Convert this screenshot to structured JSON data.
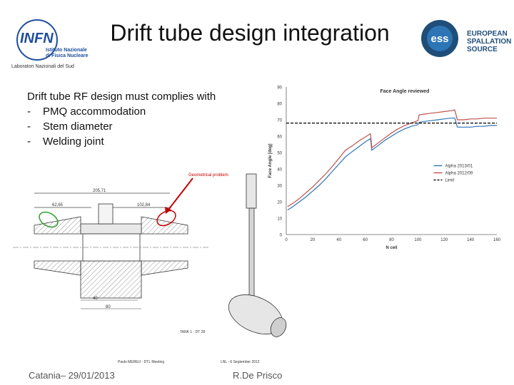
{
  "slide": {
    "title": "Drift tube design integration",
    "bullets": {
      "intro": "Drift tube RF design must complies with",
      "items": [
        "PMQ accommodation",
        "Stem diameter",
        "Welding joint"
      ]
    },
    "footer_left": "Catania– 29/01/2013",
    "footer_right": "R.De Prisco"
  },
  "logos": {
    "infn": {
      "text": "INFN",
      "line1": "Istituto Nazionale",
      "line2": "di Fisica Nucleare",
      "lab": "Laboratori Nazionali del Sud"
    },
    "ess": {
      "mark": "ess",
      "line1": "EUROPEAN",
      "line2": "SPALLATION",
      "line3": "SOURCE"
    }
  },
  "drawing": {
    "annotation": "Geometrical problem",
    "dim_total": "205,71",
    "dim_left": "62,65",
    "dim_right": "102,84",
    "dim_bore1": "40",
    "dim_bore2": "80",
    "caption1": "TANK 1 - DT 28",
    "caption2": "Paolo MEREU - DTL Meeting",
    "caption3": "LNL - 6 September 2012"
  },
  "chart_data": {
    "type": "line",
    "title": "Face Angle reviewed",
    "xlabel": "N cell",
    "ylabel": "Face Angle [deg]",
    "xlim": [
      0,
      160
    ],
    "ylim": [
      0,
      90
    ],
    "xticks": [
      0,
      20,
      40,
      60,
      80,
      100,
      120,
      140,
      160
    ],
    "yticks": [
      0,
      10,
      20,
      30,
      40,
      50,
      60,
      70,
      80,
      90
    ],
    "legend_position": "right",
    "series": [
      {
        "name": "Alpha 2013/01",
        "color": "#2e75b6",
        "x": [
          1,
          5,
          10,
          15,
          20,
          25,
          30,
          35,
          40,
          45,
          50,
          55,
          60,
          64,
          65,
          70,
          75,
          80,
          85,
          90,
          95,
          100,
          101,
          105,
          110,
          115,
          120,
          125,
          128,
          130,
          135,
          140,
          145,
          150,
          155,
          160
        ],
        "y": [
          15,
          17,
          20,
          23,
          26.5,
          30,
          34,
          38.5,
          43,
          47.5,
          50.5,
          53.5,
          56.5,
          58.5,
          51.5,
          54.5,
          57.5,
          60,
          62.5,
          64.5,
          66,
          67,
          68.5,
          69,
          69.5,
          70,
          70.5,
          71,
          71,
          65.5,
          65.5,
          65.5,
          66,
          66,
          66.5,
          66.5
        ]
      },
      {
        "name": "Alpha 2012/09",
        "color": "#c0504d",
        "x": [
          1,
          5,
          10,
          15,
          20,
          25,
          30,
          35,
          40,
          45,
          50,
          55,
          60,
          64,
          65,
          70,
          75,
          80,
          85,
          90,
          95,
          100,
          101,
          105,
          110,
          115,
          120,
          125,
          128,
          130,
          135,
          140,
          145,
          150,
          155,
          160
        ],
        "y": [
          17,
          19,
          22,
          25.5,
          29,
          33,
          37,
          41.5,
          46.5,
          51.5,
          54,
          57,
          59.5,
          61.5,
          53,
          56,
          59,
          62,
          64.5,
          66.5,
          68,
          69.5,
          73,
          73.5,
          74,
          74.5,
          75,
          75.5,
          76,
          70,
          70,
          70.5,
          70.5,
          71,
          71,
          71
        ]
      },
      {
        "name": "Limit",
        "color": "#000000",
        "dashed": true,
        "x": [
          0,
          160
        ],
        "y": [
          68,
          68
        ]
      }
    ]
  }
}
